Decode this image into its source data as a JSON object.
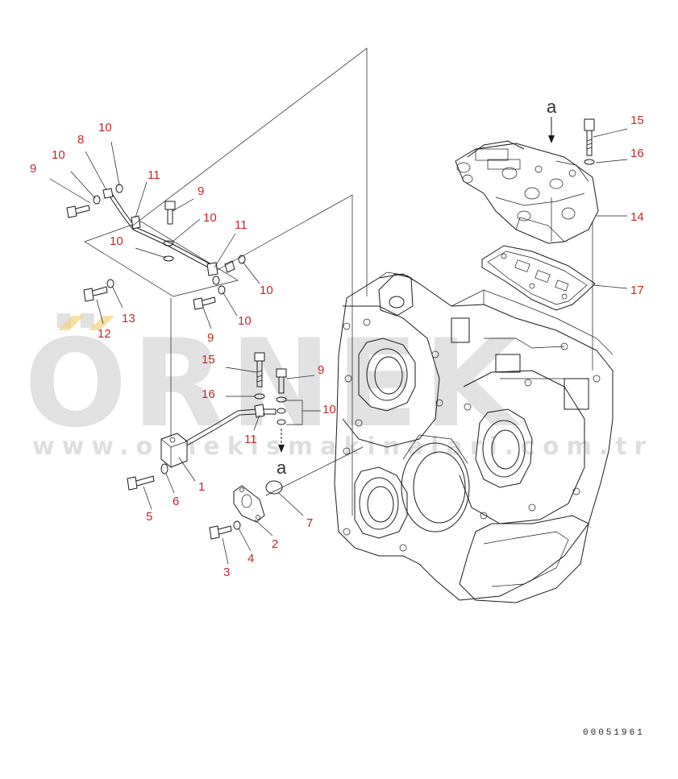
{
  "watermark": {
    "brand": "ÖRNEK",
    "url": "www.ornekismakinalari.com.tr"
  },
  "drawing_id": "00051961",
  "view_marker": "a",
  "callouts": [
    {
      "id": "c9a",
      "text": "9"
    },
    {
      "id": "c10a",
      "text": "10"
    },
    {
      "id": "c8",
      "text": "8"
    },
    {
      "id": "c10b",
      "text": "10"
    },
    {
      "id": "c11a",
      "text": "11"
    },
    {
      "id": "c9b",
      "text": "9"
    },
    {
      "id": "c10c",
      "text": "10"
    },
    {
      "id": "c10d",
      "text": "10"
    },
    {
      "id": "c11b",
      "text": "11"
    },
    {
      "id": "c10e",
      "text": "10"
    },
    {
      "id": "c13",
      "text": "13"
    },
    {
      "id": "c12",
      "text": "12"
    },
    {
      "id": "c9c",
      "text": "9"
    },
    {
      "id": "c10f",
      "text": "10"
    },
    {
      "id": "c15a",
      "text": "15"
    },
    {
      "id": "c9d",
      "text": "9"
    },
    {
      "id": "c16a",
      "text": "16"
    },
    {
      "id": "c10g",
      "text": "10"
    },
    {
      "id": "c11c",
      "text": "11"
    },
    {
      "id": "c1",
      "text": "1"
    },
    {
      "id": "c5",
      "text": "5"
    },
    {
      "id": "c6",
      "text": "6"
    },
    {
      "id": "c7",
      "text": "7"
    },
    {
      "id": "c2",
      "text": "2"
    },
    {
      "id": "c3",
      "text": "3"
    },
    {
      "id": "c4",
      "text": "4"
    },
    {
      "id": "c15b",
      "text": "15"
    },
    {
      "id": "c16b",
      "text": "16"
    },
    {
      "id": "c14",
      "text": "14"
    },
    {
      "id": "c17",
      "text": "17"
    }
  ]
}
